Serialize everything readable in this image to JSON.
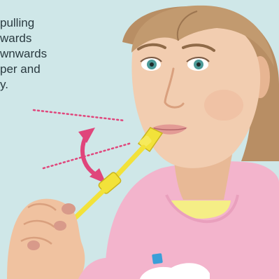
{
  "caption": {
    "lines": [
      "pulling",
      "wards",
      "wnwards",
      "per and",
      "y."
    ]
  },
  "colors": {
    "background": "#cfe7e8",
    "guide_lines": "#e0457b",
    "motion_arrow": "#e0457b",
    "device": "#f2e23a",
    "shirt": "#f3b4cc",
    "collar": "#f5ee86",
    "skin": "#f2cdb0",
    "hair": "#b88e64",
    "eyes": "#4d9a98"
  },
  "icons": {
    "motion_arrow": "double-headed-curved-arrow",
    "device": "yellow-oral-stick-device"
  }
}
